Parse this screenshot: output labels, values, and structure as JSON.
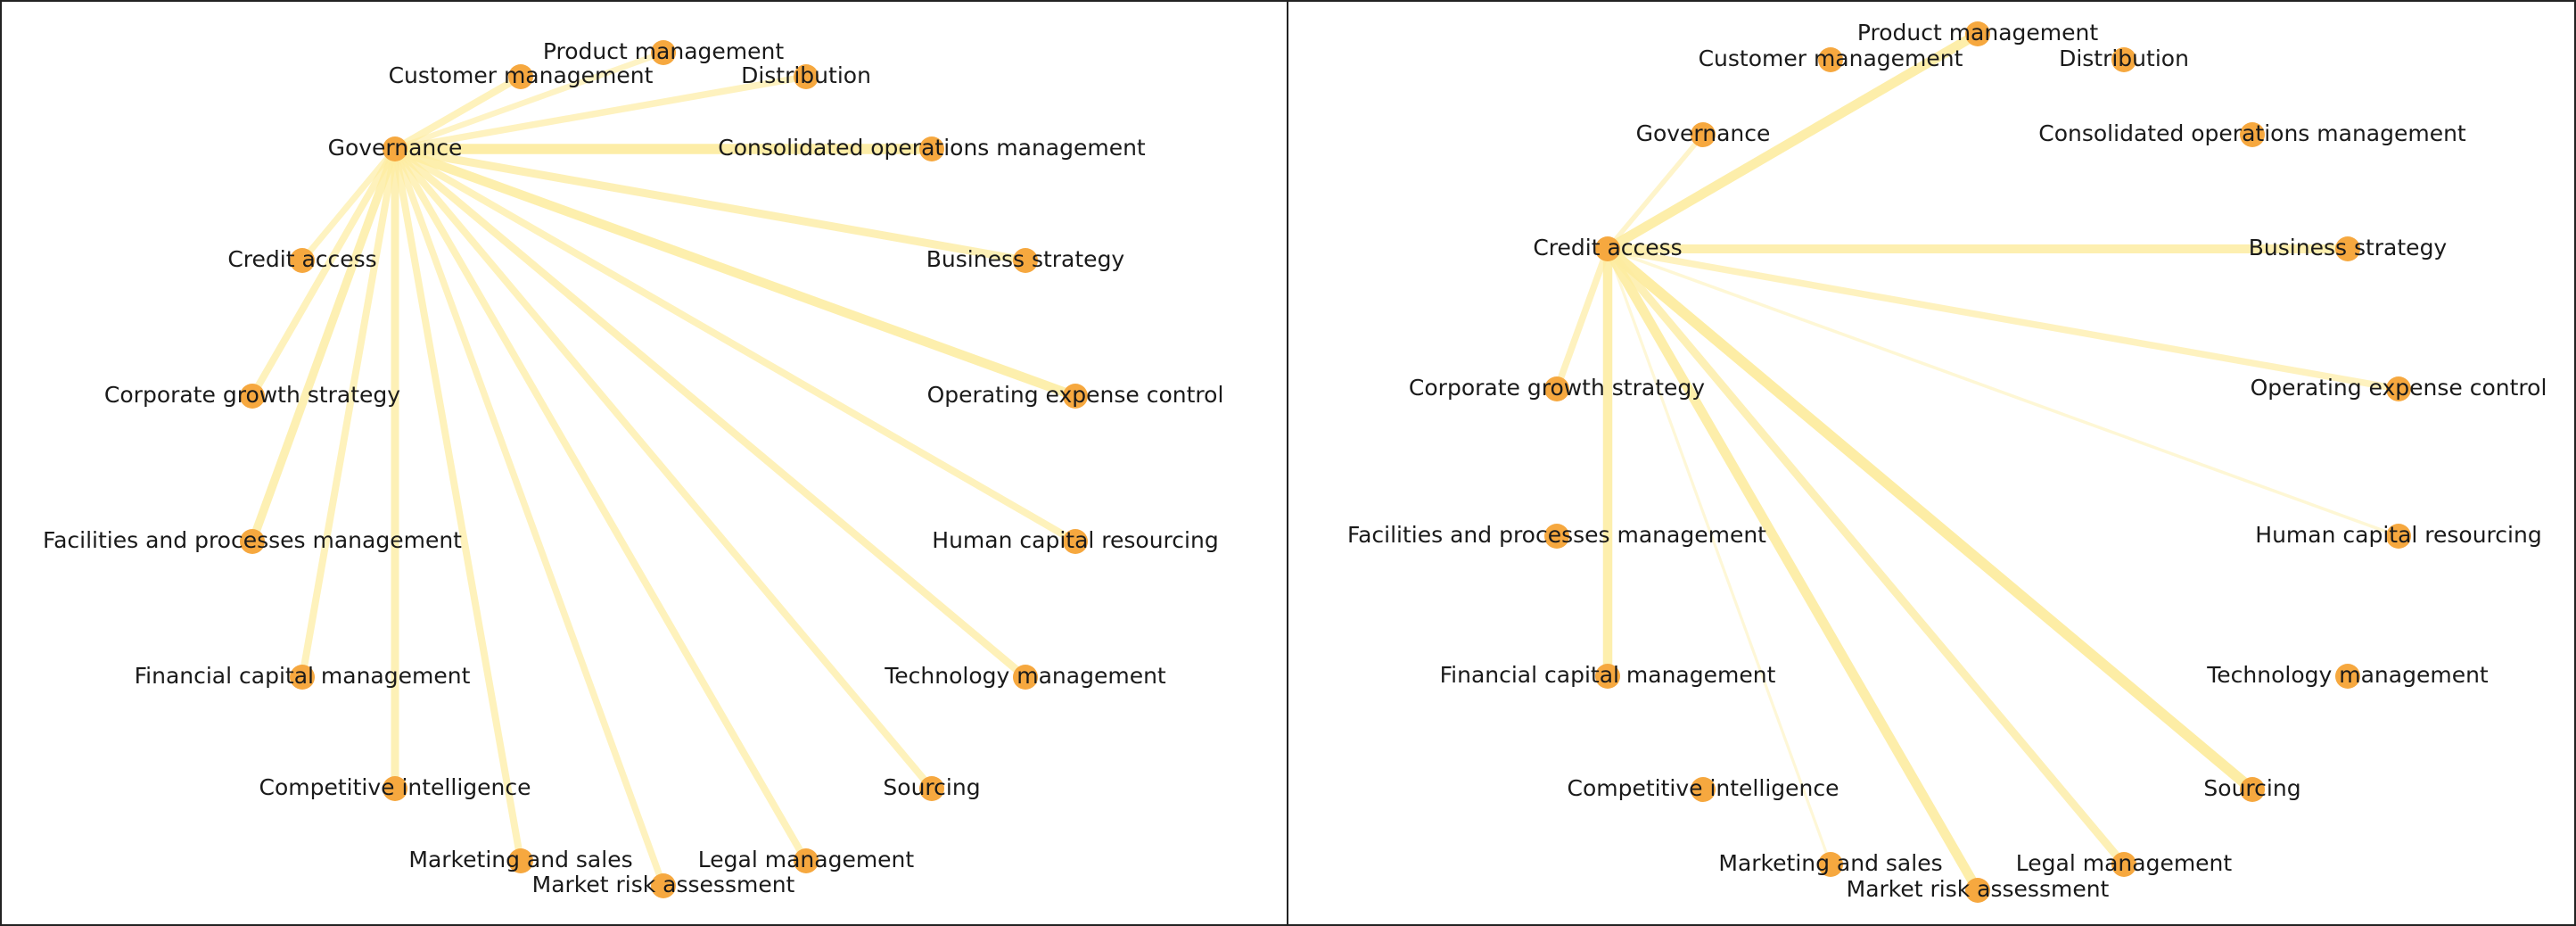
{
  "colors": {
    "edge": "#fdeca0",
    "node": "#f6a83f",
    "label": "#1a1a1a",
    "frame": "#222222"
  },
  "node_labels": {
    "product_management": "Product management",
    "customer_management": "Customer management",
    "distribution": "Distribution",
    "governance": "Governance",
    "consolidated_operations_management": "Consolidated operations management",
    "credit_access": "Credit access",
    "business_strategy": "Business strategy",
    "corporate_growth_strategy": "Corporate growth strategy",
    "operating_expense_control": "Operating expense control",
    "facilities_and_processes_management": "Facilities and processes management",
    "human_capital_resourcing": "Human capital resourcing",
    "financial_capital_management": "Financial capital management",
    "technology_management": "Technology management",
    "competitive_intelligence": "Competitive intelligence",
    "sourcing": "Sourcing",
    "marketing_and_sales": "Marketing and sales",
    "legal_management": "Legal management",
    "market_risk_assessment": "Market risk assessment"
  },
  "panels": [
    {
      "id": "left",
      "hub": "governance",
      "edges": [
        {
          "to": "customer_management",
          "weight": 0.6
        },
        {
          "to": "product_management",
          "weight": 0.45
        },
        {
          "to": "distribution",
          "weight": 0.55
        },
        {
          "to": "consolidated_operations_management",
          "weight": 0.95
        },
        {
          "to": "business_strategy",
          "weight": 0.7
        },
        {
          "to": "operating_expense_control",
          "weight": 0.85
        },
        {
          "to": "human_capital_resourcing",
          "weight": 0.6
        },
        {
          "to": "technology_management",
          "weight": 0.65
        },
        {
          "to": "sourcing",
          "weight": 0.6
        },
        {
          "to": "legal_management",
          "weight": 0.6
        },
        {
          "to": "market_risk_assessment",
          "weight": 0.55
        },
        {
          "to": "marketing_and_sales",
          "weight": 0.6
        },
        {
          "to": "competitive_intelligence",
          "weight": 0.7
        },
        {
          "to": "financial_capital_management",
          "weight": 0.6
        },
        {
          "to": "facilities_and_processes_management",
          "weight": 0.75
        },
        {
          "to": "corporate_growth_strategy",
          "weight": 0.6
        },
        {
          "to": "credit_access",
          "weight": 0.5
        }
      ]
    },
    {
      "id": "right",
      "hub": "credit_access",
      "edges": [
        {
          "to": "product_management",
          "weight": 0.9
        },
        {
          "to": "governance",
          "weight": 0.35
        },
        {
          "to": "business_strategy",
          "weight": 0.8
        },
        {
          "to": "operating_expense_control",
          "weight": 0.55
        },
        {
          "to": "human_capital_resourcing",
          "weight": 0.15
        },
        {
          "to": "sourcing",
          "weight": 1.0
        },
        {
          "to": "legal_management",
          "weight": 0.7
        },
        {
          "to": "market_risk_assessment",
          "weight": 0.9
        },
        {
          "to": "marketing_and_sales",
          "weight": 0.12
        },
        {
          "to": "financial_capital_management",
          "weight": 0.85
        },
        {
          "to": "corporate_growth_strategy",
          "weight": 0.55
        }
      ]
    }
  ]
}
